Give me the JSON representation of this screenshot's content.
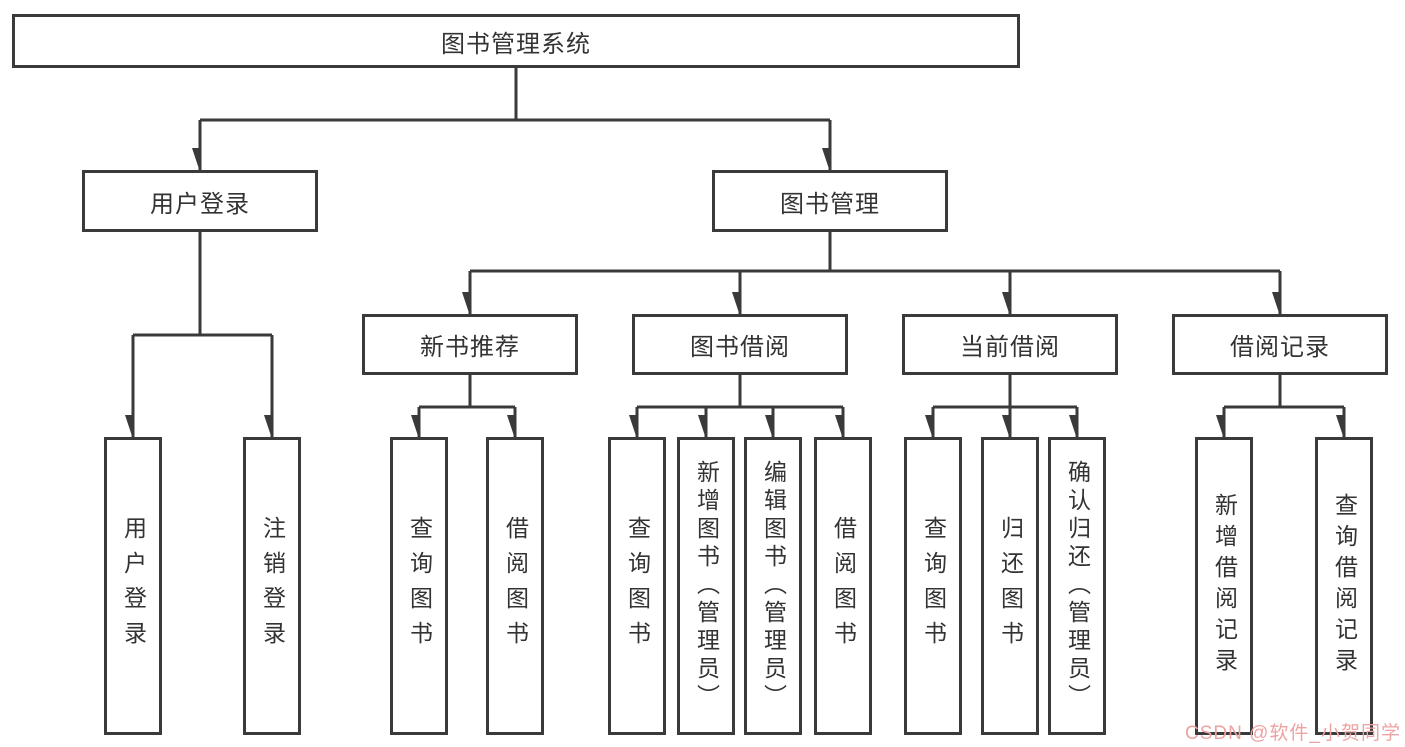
{
  "colors": {
    "line": "#3a3a3a",
    "box_border": "#3a3a3a",
    "text": "#333333",
    "background": "#ffffff",
    "watermark": "#eda3a3"
  },
  "nodes": {
    "root": "图书管理系统",
    "user_login_branch": "用户登录",
    "book_management": "图书管理",
    "new_book_recommend": "新书推荐",
    "book_borrowing": "图书借阅",
    "current_borrowing": "当前借阅",
    "borrowing_records": "借阅记录",
    "leaf_user_login": "用户登录",
    "leaf_logout": "注销登录",
    "leaf_rec_query_books": "查询图书",
    "leaf_rec_borrow_books": "借阅图书",
    "leaf_bb_query_books": "查询图书",
    "leaf_bb_add_books": "新增图书（管理员）",
    "leaf_bb_edit_books": "编辑图书（管理员）",
    "leaf_bb_borrow_books": "借阅图书",
    "leaf_cb_query_books": "查询图书",
    "leaf_cb_return_books": "归还图书",
    "leaf_cb_confirm_return": "确认归还（管理员）",
    "leaf_br_add_record": "新增借阅记录",
    "leaf_br_query_record": "查询借阅记录"
  },
  "watermark": "CSDN @软件_小贺同学"
}
